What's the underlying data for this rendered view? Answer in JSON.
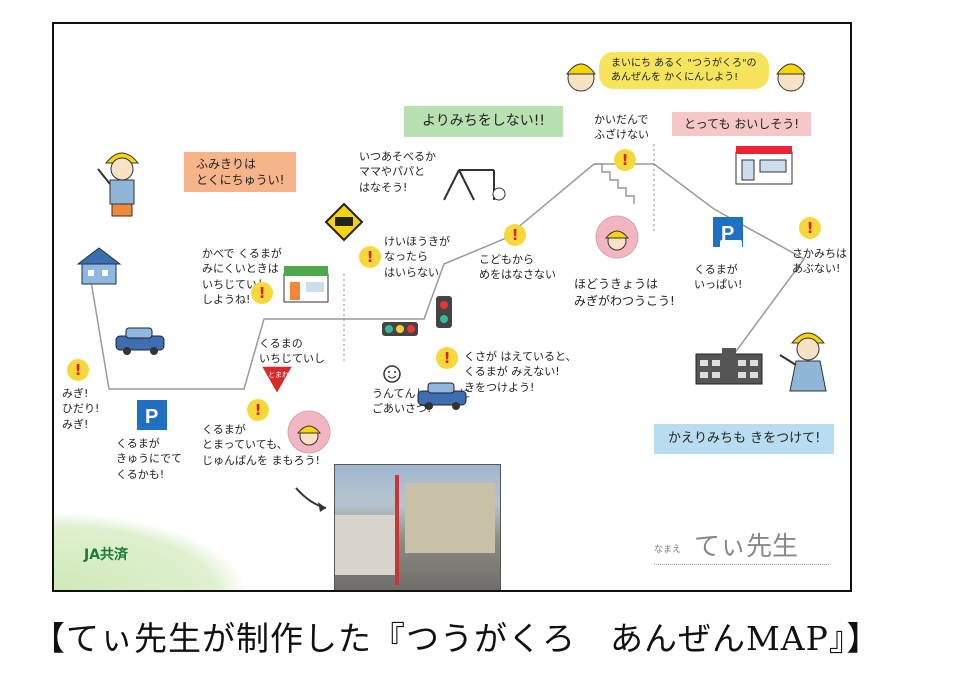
{
  "map": {
    "header_banner": "まいにち あるく \"つうがくろ\"の\nあんぜんを かくにんしよう!",
    "notes": {
      "fumikiri": "ふみきりは\nとくにちゅうい!",
      "yorimichi": "よりみちをしない!!",
      "itsu_asoberu": "いつあそべるか\nママやパパと\nはなそう!",
      "kaidan": "かいだんで\nふざけない",
      "oishisou": "とっても おいしそう!",
      "kabe": "かべで くるまが\nみにくいときは\nいちじていし\nしようね!",
      "keihouki": "けいほうきが\nなったら\nはいらない",
      "kodomo": "こどもから\nめをはなさない",
      "hodoukyou": "ほどうきょうは\nみぎがわつうこう!",
      "parking_right": "くるまが\nいっぱい!",
      "sakamichi": "さかみちは\nあぶない!",
      "kuruma_ichiji": "くるまの\nいちじていし",
      "kusa": "くさが はえていると、\nくるまが みえない!\nきをつけよう!",
      "untenshu": "うんてんしゅさんに\nごあいさつ!",
      "migi_hidari": "みぎ!\nひだり!\nみぎ!",
      "parking_left": "くるまが\nきゅうにでて\nくるかも!",
      "tomatte": "くるまが\nとまっていても、\nじゅんばんを まもろう!",
      "kaerimichi": "かえりみちも きをつけて!"
    },
    "stop_sign": "とまれ",
    "warn_glyph": "!",
    "logo": "JA共済",
    "signature_label": "なまえ",
    "signature": "てぃ先生"
  },
  "caption": "【てぃ先生が制作した『つうがくろ　あんぜんMAP』】",
  "colors": {
    "tape_orange": "#f5b48a",
    "tape_green": "#b8e0b0",
    "tape_blue": "#b9ddf0",
    "route": "#9a9a9a",
    "logo_green": "#1a7a3a"
  },
  "icons": [
    "child-icon",
    "house-icon",
    "car-icon",
    "parking-icon",
    "shop-icon",
    "playground-icon",
    "school-icon",
    "traffic-light-icon",
    "stop-sign-icon",
    "warning-icon"
  ]
}
